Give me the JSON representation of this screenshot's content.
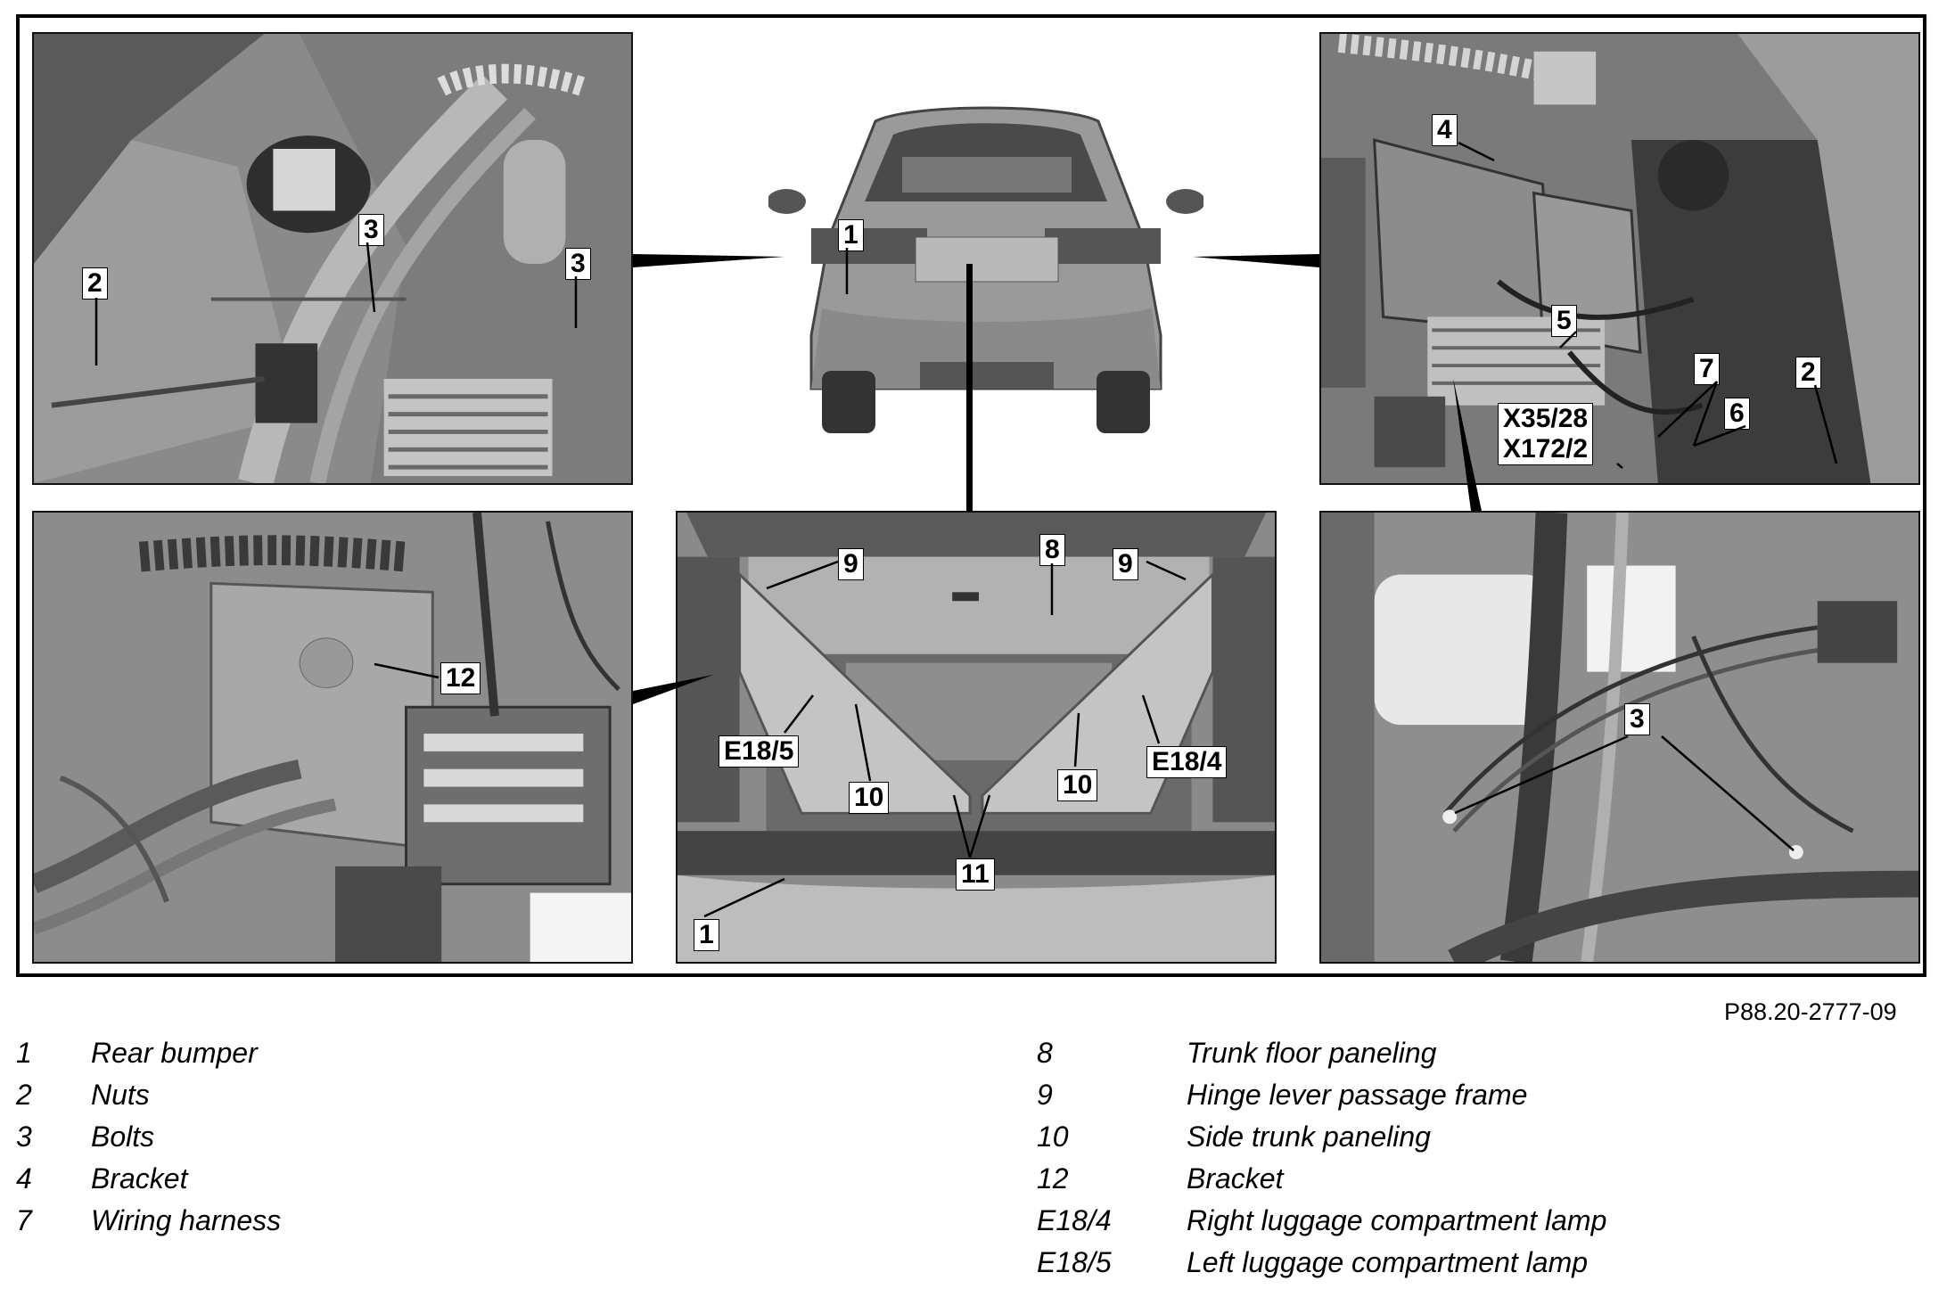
{
  "reference": "P88.20-2777-09",
  "callouts": {
    "p1_2": "2",
    "p1_3a": "3",
    "p1_3b": "3",
    "p2_1": "1",
    "p3_4": "4",
    "p3_5": "5",
    "p3_7": "7",
    "p3_2": "2",
    "p3_6": "6",
    "p3_x1": "X35/28",
    "p3_x2": "X172/2",
    "p4_12": "12",
    "p5_9a": "9",
    "p5_8": "8",
    "p5_9b": "9",
    "p5_e185": "E18/5",
    "p5_e184": "E18/4",
    "p5_10a": "10",
    "p5_10b": "10",
    "p5_11": "11",
    "p5_1": "1",
    "p6_3": "3"
  },
  "legend_left": [
    {
      "num": "1",
      "text": "Rear bumper"
    },
    {
      "num": "2",
      "text": "Nuts"
    },
    {
      "num": "3",
      "text": "Bolts"
    },
    {
      "num": "4",
      "text": "Bracket"
    },
    {
      "num": "7",
      "text": "Wiring harness"
    }
  ],
  "legend_right": [
    {
      "num": "8",
      "text": "Trunk floor paneling"
    },
    {
      "num": "9",
      "text": "Hinge lever passage frame"
    },
    {
      "num": "10",
      "text": "Side trunk paneling"
    },
    {
      "num": "12",
      "text": "Bracket"
    },
    {
      "num": "E18/4",
      "text": "Right luggage compartment lamp"
    },
    {
      "num": "E18/5",
      "text": "Left luggage compartment lamp"
    }
  ]
}
